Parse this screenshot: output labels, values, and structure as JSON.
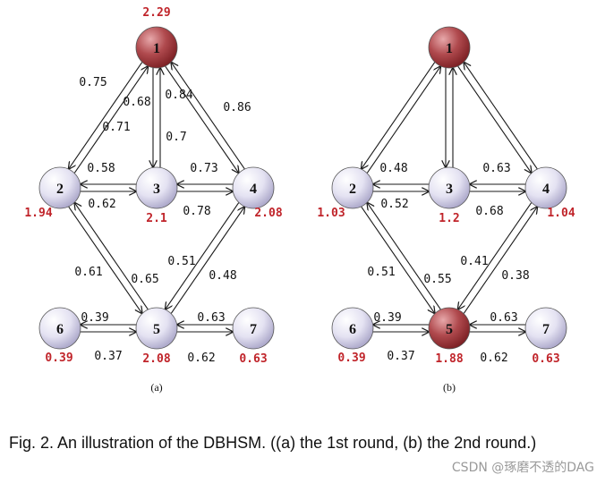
{
  "diagram": {
    "panels": [
      {
        "id": "a",
        "label": "(a)",
        "highlighted_nodes": [
          "1"
        ],
        "nodes": [
          {
            "id": "1",
            "label": "1",
            "score": "2.29"
          },
          {
            "id": "2",
            "label": "2",
            "score": "1.94"
          },
          {
            "id": "3",
            "label": "3",
            "score": "2.1"
          },
          {
            "id": "4",
            "label": "4",
            "score": "2.08"
          },
          {
            "id": "5",
            "label": "5",
            "score": "2.08"
          },
          {
            "id": "6",
            "label": "6",
            "score": "0.39"
          },
          {
            "id": "7",
            "label": "7",
            "score": "0.63"
          }
        ],
        "edges": [
          {
            "from": "1",
            "to": "2",
            "weight": "0.75"
          },
          {
            "from": "2",
            "to": "1",
            "weight": "0.71"
          },
          {
            "from": "1",
            "to": "3",
            "weight": "0.68"
          },
          {
            "from": "3",
            "to": "1",
            "weight": "0.7"
          },
          {
            "from": "1",
            "to": "4",
            "weight": "0.84"
          },
          {
            "from": "4",
            "to": "1",
            "weight": "0.86"
          },
          {
            "from": "2",
            "to": "3",
            "weight": "0.58"
          },
          {
            "from": "3",
            "to": "2",
            "weight": "0.62"
          },
          {
            "from": "4",
            "to": "3",
            "weight": "0.73"
          },
          {
            "from": "3",
            "to": "4",
            "weight": "0.78"
          },
          {
            "from": "2",
            "to": "5",
            "weight": "0.65"
          },
          {
            "from": "5",
            "to": "2",
            "weight": "0.61"
          },
          {
            "from": "4",
            "to": "5",
            "weight": "0.48"
          },
          {
            "from": "5",
            "to": "4",
            "weight": "0.51"
          },
          {
            "from": "6",
            "to": "5",
            "weight": "0.39"
          },
          {
            "from": "5",
            "to": "6",
            "weight": "0.37"
          },
          {
            "from": "7",
            "to": "5",
            "weight": "0.63"
          },
          {
            "from": "5",
            "to": "7",
            "weight": "0.62"
          }
        ]
      },
      {
        "id": "b",
        "label": "(b)",
        "highlighted_nodes": [
          "1",
          "5"
        ],
        "nodes": [
          {
            "id": "1",
            "label": "1",
            "score": ""
          },
          {
            "id": "2",
            "label": "2",
            "score": "1.03"
          },
          {
            "id": "3",
            "label": "3",
            "score": "1.2"
          },
          {
            "id": "4",
            "label": "4",
            "score": "1.04"
          },
          {
            "id": "5",
            "label": "5",
            "score": "1.88"
          },
          {
            "id": "6",
            "label": "6",
            "score": "0.39"
          },
          {
            "id": "7",
            "label": "7",
            "score": "0.63"
          }
        ],
        "edges": [
          {
            "from": "1",
            "to": "2",
            "weight": ""
          },
          {
            "from": "2",
            "to": "1",
            "weight": ""
          },
          {
            "from": "1",
            "to": "3",
            "weight": ""
          },
          {
            "from": "3",
            "to": "1",
            "weight": ""
          },
          {
            "from": "1",
            "to": "4",
            "weight": ""
          },
          {
            "from": "4",
            "to": "1",
            "weight": ""
          },
          {
            "from": "2",
            "to": "3",
            "weight": "0.48"
          },
          {
            "from": "3",
            "to": "2",
            "weight": "0.52"
          },
          {
            "from": "4",
            "to": "3",
            "weight": "0.63"
          },
          {
            "from": "3",
            "to": "4",
            "weight": "0.68"
          },
          {
            "from": "2",
            "to": "5",
            "weight": "0.55"
          },
          {
            "from": "5",
            "to": "2",
            "weight": "0.51"
          },
          {
            "from": "4",
            "to": "5",
            "weight": "0.38"
          },
          {
            "from": "5",
            "to": "4",
            "weight": "0.41"
          },
          {
            "from": "6",
            "to": "5",
            "weight": "0.39"
          },
          {
            "from": "5",
            "to": "6",
            "weight": "0.37"
          },
          {
            "from": "7",
            "to": "5",
            "weight": "0.63"
          },
          {
            "from": "5",
            "to": "7",
            "weight": "0.62"
          }
        ]
      }
    ]
  },
  "colors": {
    "highlight_node": "#a8383c",
    "normal_node": "#d8d6ec",
    "score_text": "#c0242a"
  },
  "caption": "Fig. 2. An illustration of the DBHSM. ((a) the 1st round, (b) the 2nd round.)",
  "watermark": "CSDN @琢磨不透的DAG"
}
